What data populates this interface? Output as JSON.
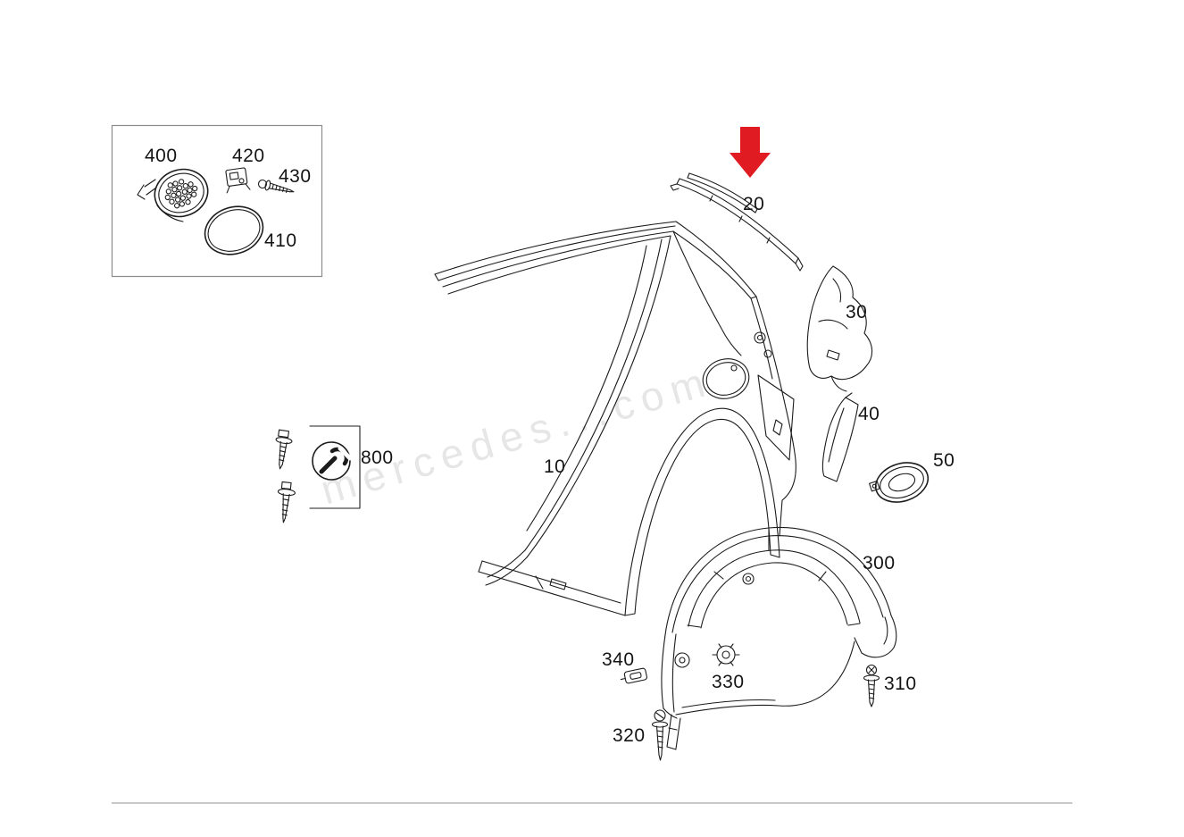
{
  "diagram": {
    "watermark": "mercedes...com",
    "colors": {
      "line": "#1c1c1c",
      "arrow_red": "#e11b22",
      "watermark": "#e4e4e4",
      "inset_border": "#8b8b8b",
      "divider": "#a6a6a6"
    },
    "labels": {
      "p400": "400",
      "p420": "420",
      "p430": "430",
      "p410": "410",
      "p20": "20",
      "p30": "30",
      "p40": "40",
      "p50": "50",
      "p10": "10",
      "p800": "800",
      "p300": "300",
      "p340": "340",
      "p330": "330",
      "p310": "310",
      "p320": "320"
    }
  }
}
